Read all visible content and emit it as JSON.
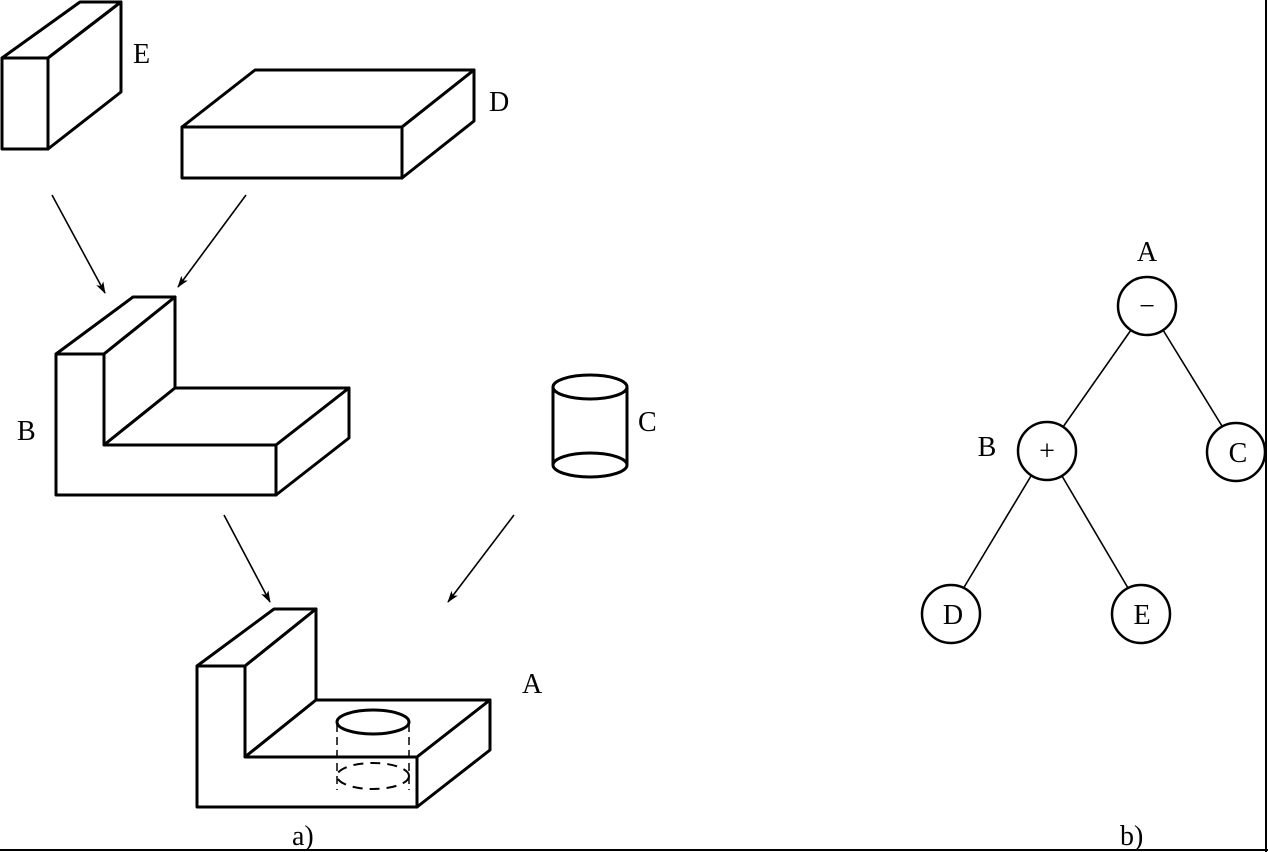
{
  "labels": {
    "E": "E",
    "D": "D",
    "B": "B",
    "C": "C",
    "A": "A",
    "part_a": "a)",
    "part_b": "b)"
  },
  "tree": {
    "root": {
      "name": "A",
      "op": "−"
    },
    "b": {
      "name": "B",
      "op": "+"
    },
    "c": {
      "text": "C"
    },
    "d": {
      "text": "D"
    },
    "e": {
      "text": "E"
    }
  }
}
